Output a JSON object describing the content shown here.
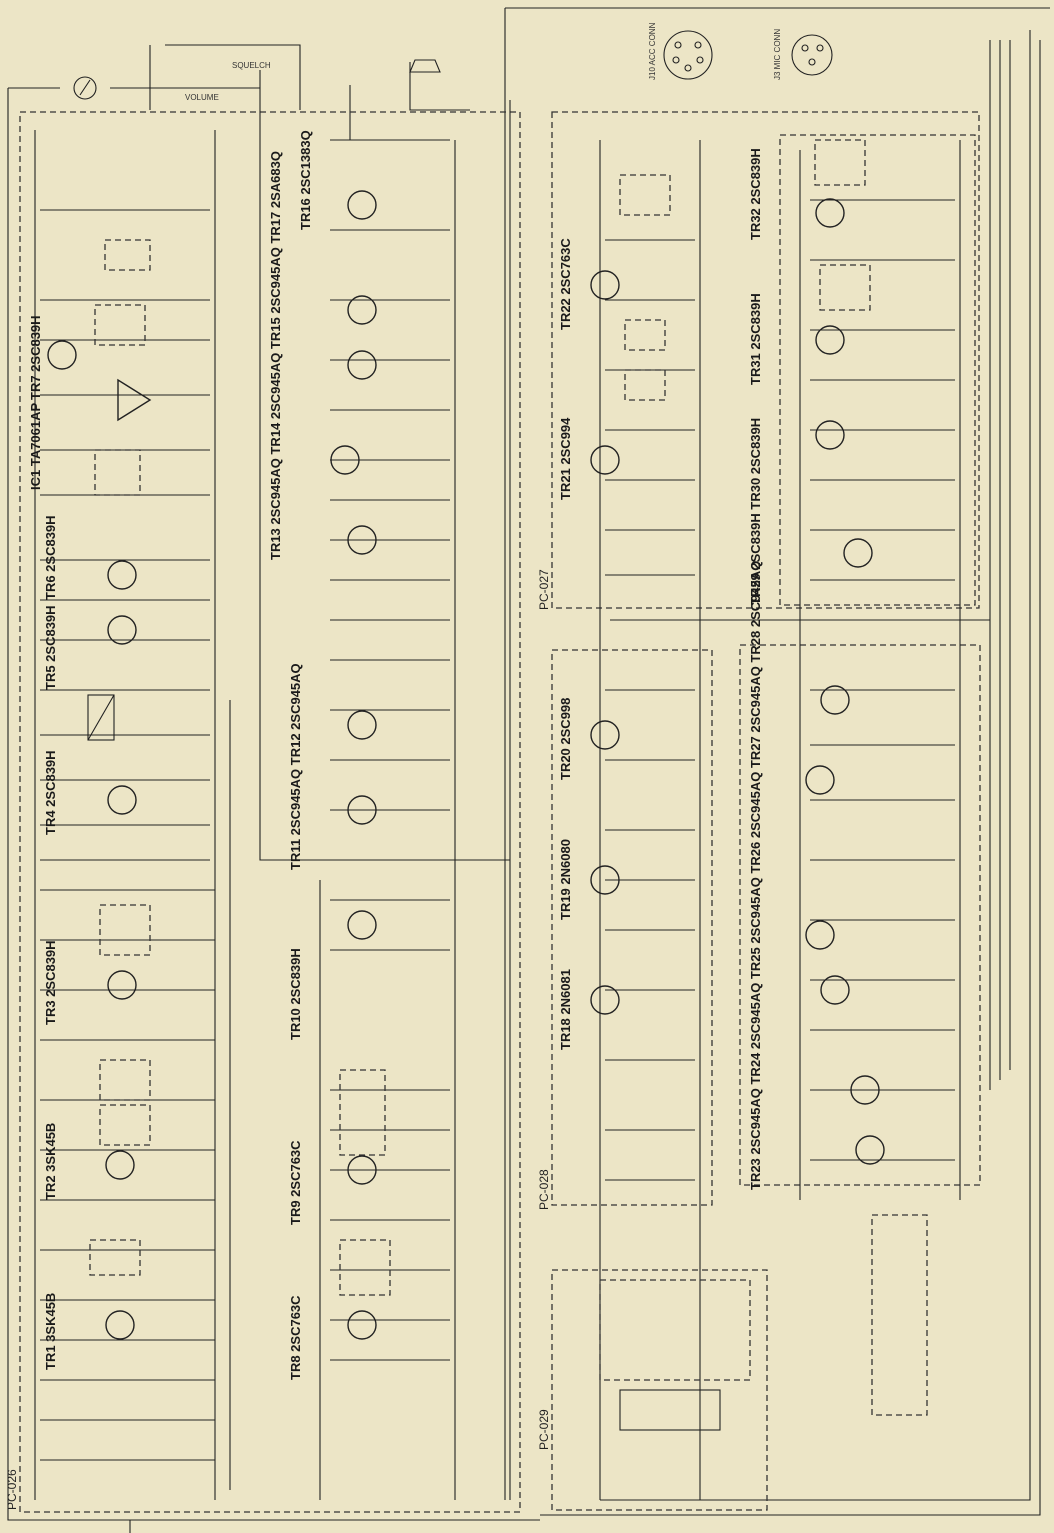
{
  "labels": {
    "transistors_left": [
      "IC1 TA7061AP",
      "TR7 2SC839H",
      "TR6 2SC839H",
      "TR5 2SC839H",
      "TR4 2SC839H",
      "TR3 2SC839H",
      "TR2 3SK45B",
      "TR1 3SK45B"
    ],
    "transistors_middle": [
      "TR13 2SC945AQ TR14 2SC945AQ TR15 2SC945AQ TR17 2SA683Q",
      "TR16 2SC1383Q",
      "TR11 2SC945AQ TR12 2SC945AQ",
      "TR10 2SC839H",
      "TR9 2SC763C",
      "TR8 2SC763C"
    ],
    "transistors_center": [
      "TR22 2SC763C",
      "TR21 2SC994",
      "TR20 2SC998",
      "TR19 2N6080",
      "TR18 2N6081"
    ],
    "transistors_right": [
      "TR32 2SC839H",
      "TR31 2SC839H",
      "TR29 2SC839H TR30 2SC839H",
      "TR23 2SC945AQ TR24 2SC945AQ TR25 2SC945AQ TR26 2SC945AQ TR27 2SC945AQ TR28 2SC945AQ"
    ],
    "boards": [
      "PC-026",
      "PC-027",
      "PC-028",
      "PC-029"
    ],
    "connectors": [
      "J3 MIC CONN",
      "J10 ACC CONN"
    ],
    "controls": [
      "SQUELCH",
      "VOLUME"
    ]
  }
}
